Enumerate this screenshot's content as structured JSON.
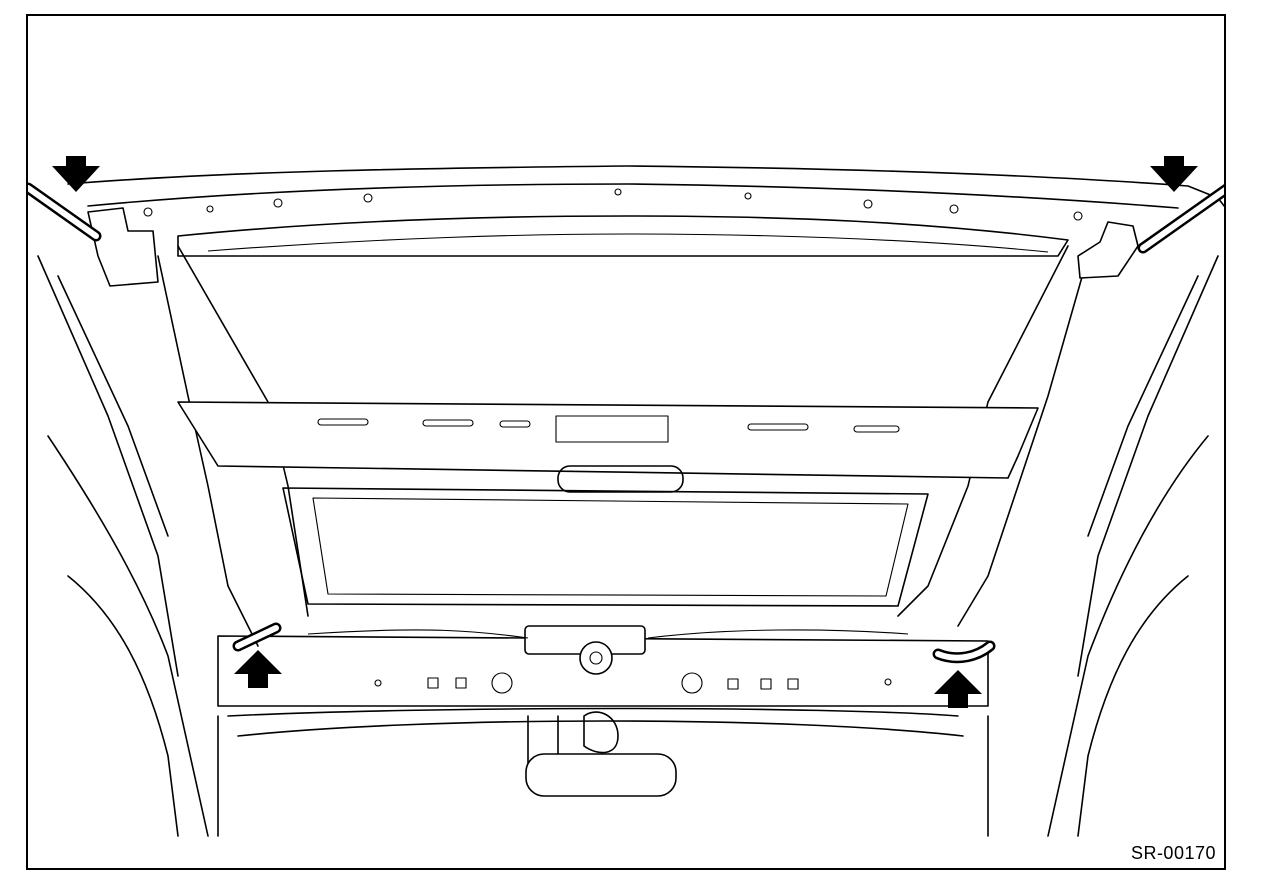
{
  "figure": {
    "reference_code": "SR-00170",
    "indicators": [
      {
        "name": "arrow-top-left",
        "direction": "down"
      },
      {
        "name": "arrow-top-right",
        "direction": "down"
      },
      {
        "name": "arrow-bottom-left",
        "direction": "up"
      },
      {
        "name": "arrow-bottom-right",
        "direction": "up"
      }
    ],
    "colors": {
      "line": "#000000",
      "background": "#ffffff"
    }
  }
}
